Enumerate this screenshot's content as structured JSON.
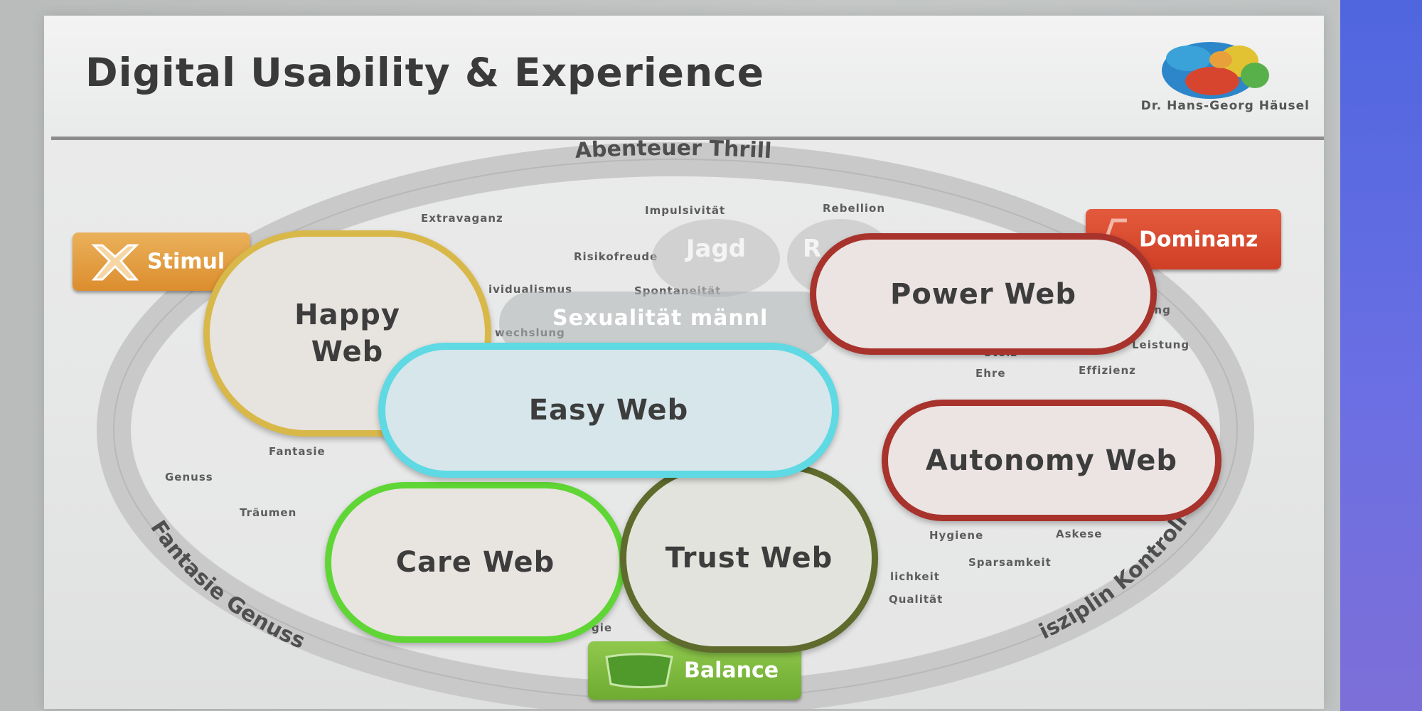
{
  "slide": {
    "title": "Digital Usability & Experience",
    "author": "Dr. Hans-Georg Häusel"
  },
  "ring": {
    "top": "Abenteuer Thrill",
    "bottom_left": "Fantasie Genuss",
    "bottom_right": "Disziplin Kontrolle"
  },
  "tags": {
    "stimulanz": "Stimul",
    "dominanz": "Dominanz",
    "balance": "Balance"
  },
  "ghosts": {
    "jagd": "Jagd",
    "r": "R"
  },
  "band_text": "Sexualität männl",
  "words": {
    "extravaganz": "Extravaganz",
    "impulsivitaet": "Impulsivität",
    "rebellion": "Rebellion",
    "risikofreude": "Risikofreude",
    "individualismus": "ividualismus",
    "spontaneitaet": "Spontaneität",
    "abwechslung": "wechslung",
    "stolz": "Stolz",
    "leistung": "Leistung",
    "ehre": "Ehre",
    "effizienz": "Effizienz",
    "zung": "zung",
    "fantasie": "Fantasie",
    "genuss": "Genuss",
    "traeumen": "Träumen",
    "hygiene": "Hygiene",
    "askese": "Askese",
    "sparsamkeit": "Sparsamkeit",
    "qualitaet": "Qualität",
    "lichkeit": "lichkeit",
    "gie": "gie"
  },
  "pills": {
    "happy_line1": "Happy",
    "happy_line2": "Web",
    "power": "Power Web",
    "easy": "Easy Web",
    "autonomy": "Autonomy Web",
    "care": "Care Web",
    "trust": "Trust Web"
  },
  "colors": {
    "happy_border": "#d9b84a",
    "power_border": "#a8332c",
    "easy_border": "#5fd9e3",
    "autonomy_border": "#a8332c",
    "care_border": "#5fd635",
    "trust_border": "#5e6b2c",
    "stimulanz_tag": "#e39a3a",
    "dominanz_tag": "#d94a2e",
    "balance_tag": "#7cb83b",
    "presentation_bar": "#5567e0"
  }
}
